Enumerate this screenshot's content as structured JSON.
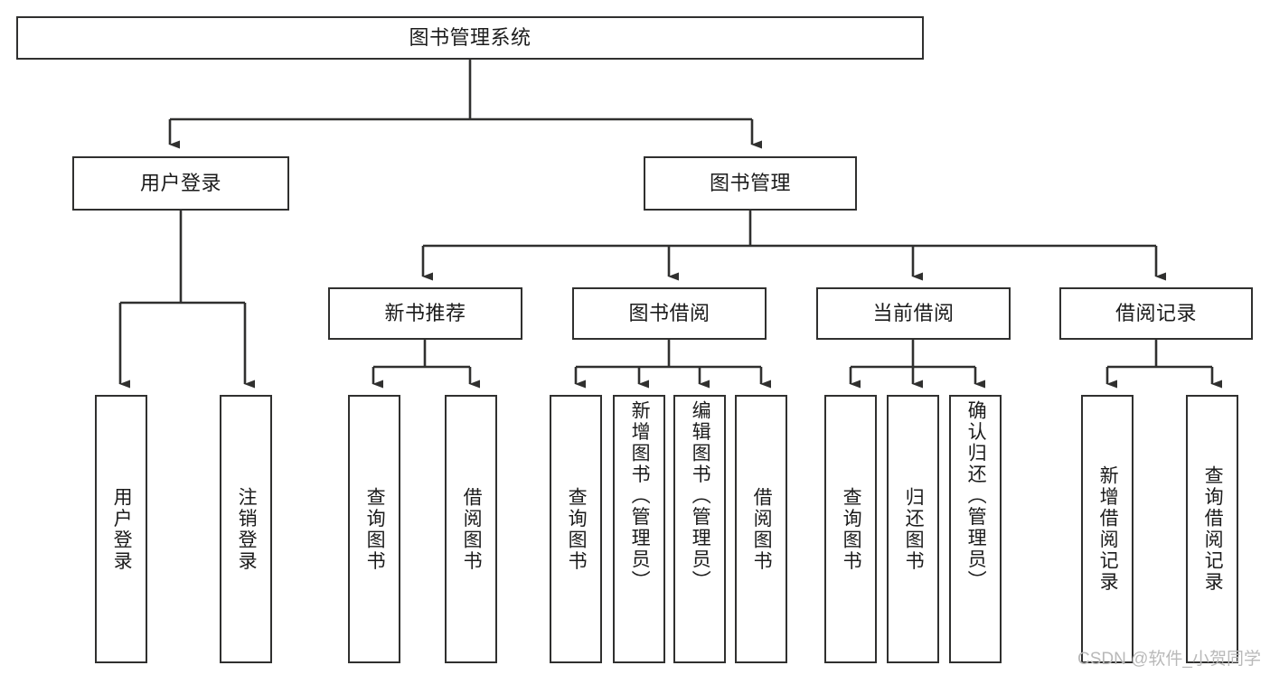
{
  "diagram": {
    "title": "图书管理系统",
    "type": "functional-structure-tree",
    "root": {
      "label": "图书管理系统"
    },
    "level2": [
      {
        "label": "用户登录"
      },
      {
        "label": "图书管理"
      }
    ],
    "level3": [
      {
        "label": "新书推荐"
      },
      {
        "label": "图书借阅"
      },
      {
        "label": "当前借阅"
      },
      {
        "label": "借阅记录"
      }
    ],
    "leaves": {
      "user_login": [
        {
          "label": "用户登录"
        },
        {
          "label": "注销登录"
        }
      ],
      "new_book_recommend": [
        {
          "label": "查询图书"
        },
        {
          "label": "借阅图书"
        }
      ],
      "book_borrow": [
        {
          "label": "查询图书"
        },
        {
          "label": "新增图书（管理员）"
        },
        {
          "label": "编辑图书（管理员）"
        },
        {
          "label": "借阅图书"
        }
      ],
      "current_borrow": [
        {
          "label": "查询图书"
        },
        {
          "label": "归还图书"
        },
        {
          "label": "确认归还（管理员）"
        }
      ],
      "borrow_record": [
        {
          "label": "新增借阅记录"
        },
        {
          "label": "查询借阅记录"
        }
      ]
    }
  },
  "watermark": {
    "text": "CSDN @软件_小贺同学"
  },
  "colors": {
    "stroke": "#30302f",
    "text": "#1b1b1b",
    "background": "#ffffff",
    "watermark": "#b9b9b9"
  }
}
